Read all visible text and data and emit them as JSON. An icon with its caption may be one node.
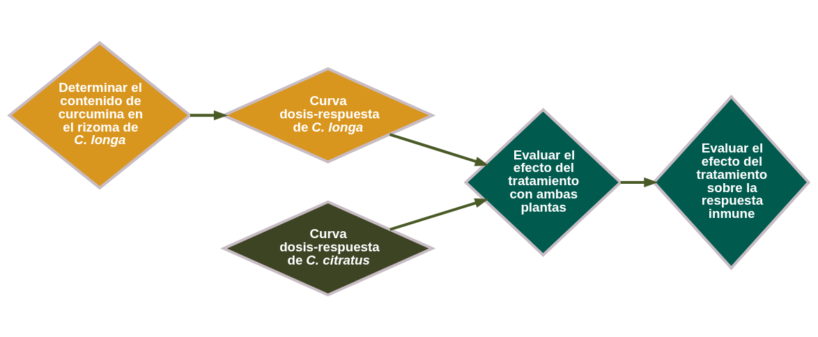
{
  "diagram": {
    "nodes": [
      {
        "text": [
          "Determinar el contenido de curcumina en el rizoma de *C. longa*"
        ]
      },
      {
        "text": [
          "Curva dosis-respuesta de *C. longa*"
        ]
      },
      {
        "text": [
          "Evaluar el efecto del tratamiento con ambas plantas"
        ]
      },
      {
        "text": [
          "Curva dosis-respuesta de *C. citratus*"
        ]
      },
      {
        "text": [
          "Evaluar el efecto del tratamiento sobre la respuesta inmune"
        ]
      }
    ],
    "edges": [
      {
        "from": 0,
        "to": 1,
        "arrow": "to"
      },
      {
        "from": 1,
        "to": 2,
        "arrow": "to"
      },
      {
        "from": 3,
        "to": 2,
        "arrow": "to"
      },
      {
        "from": 2,
        "to": 4,
        "arrow": "to"
      }
    ]
  }
}
